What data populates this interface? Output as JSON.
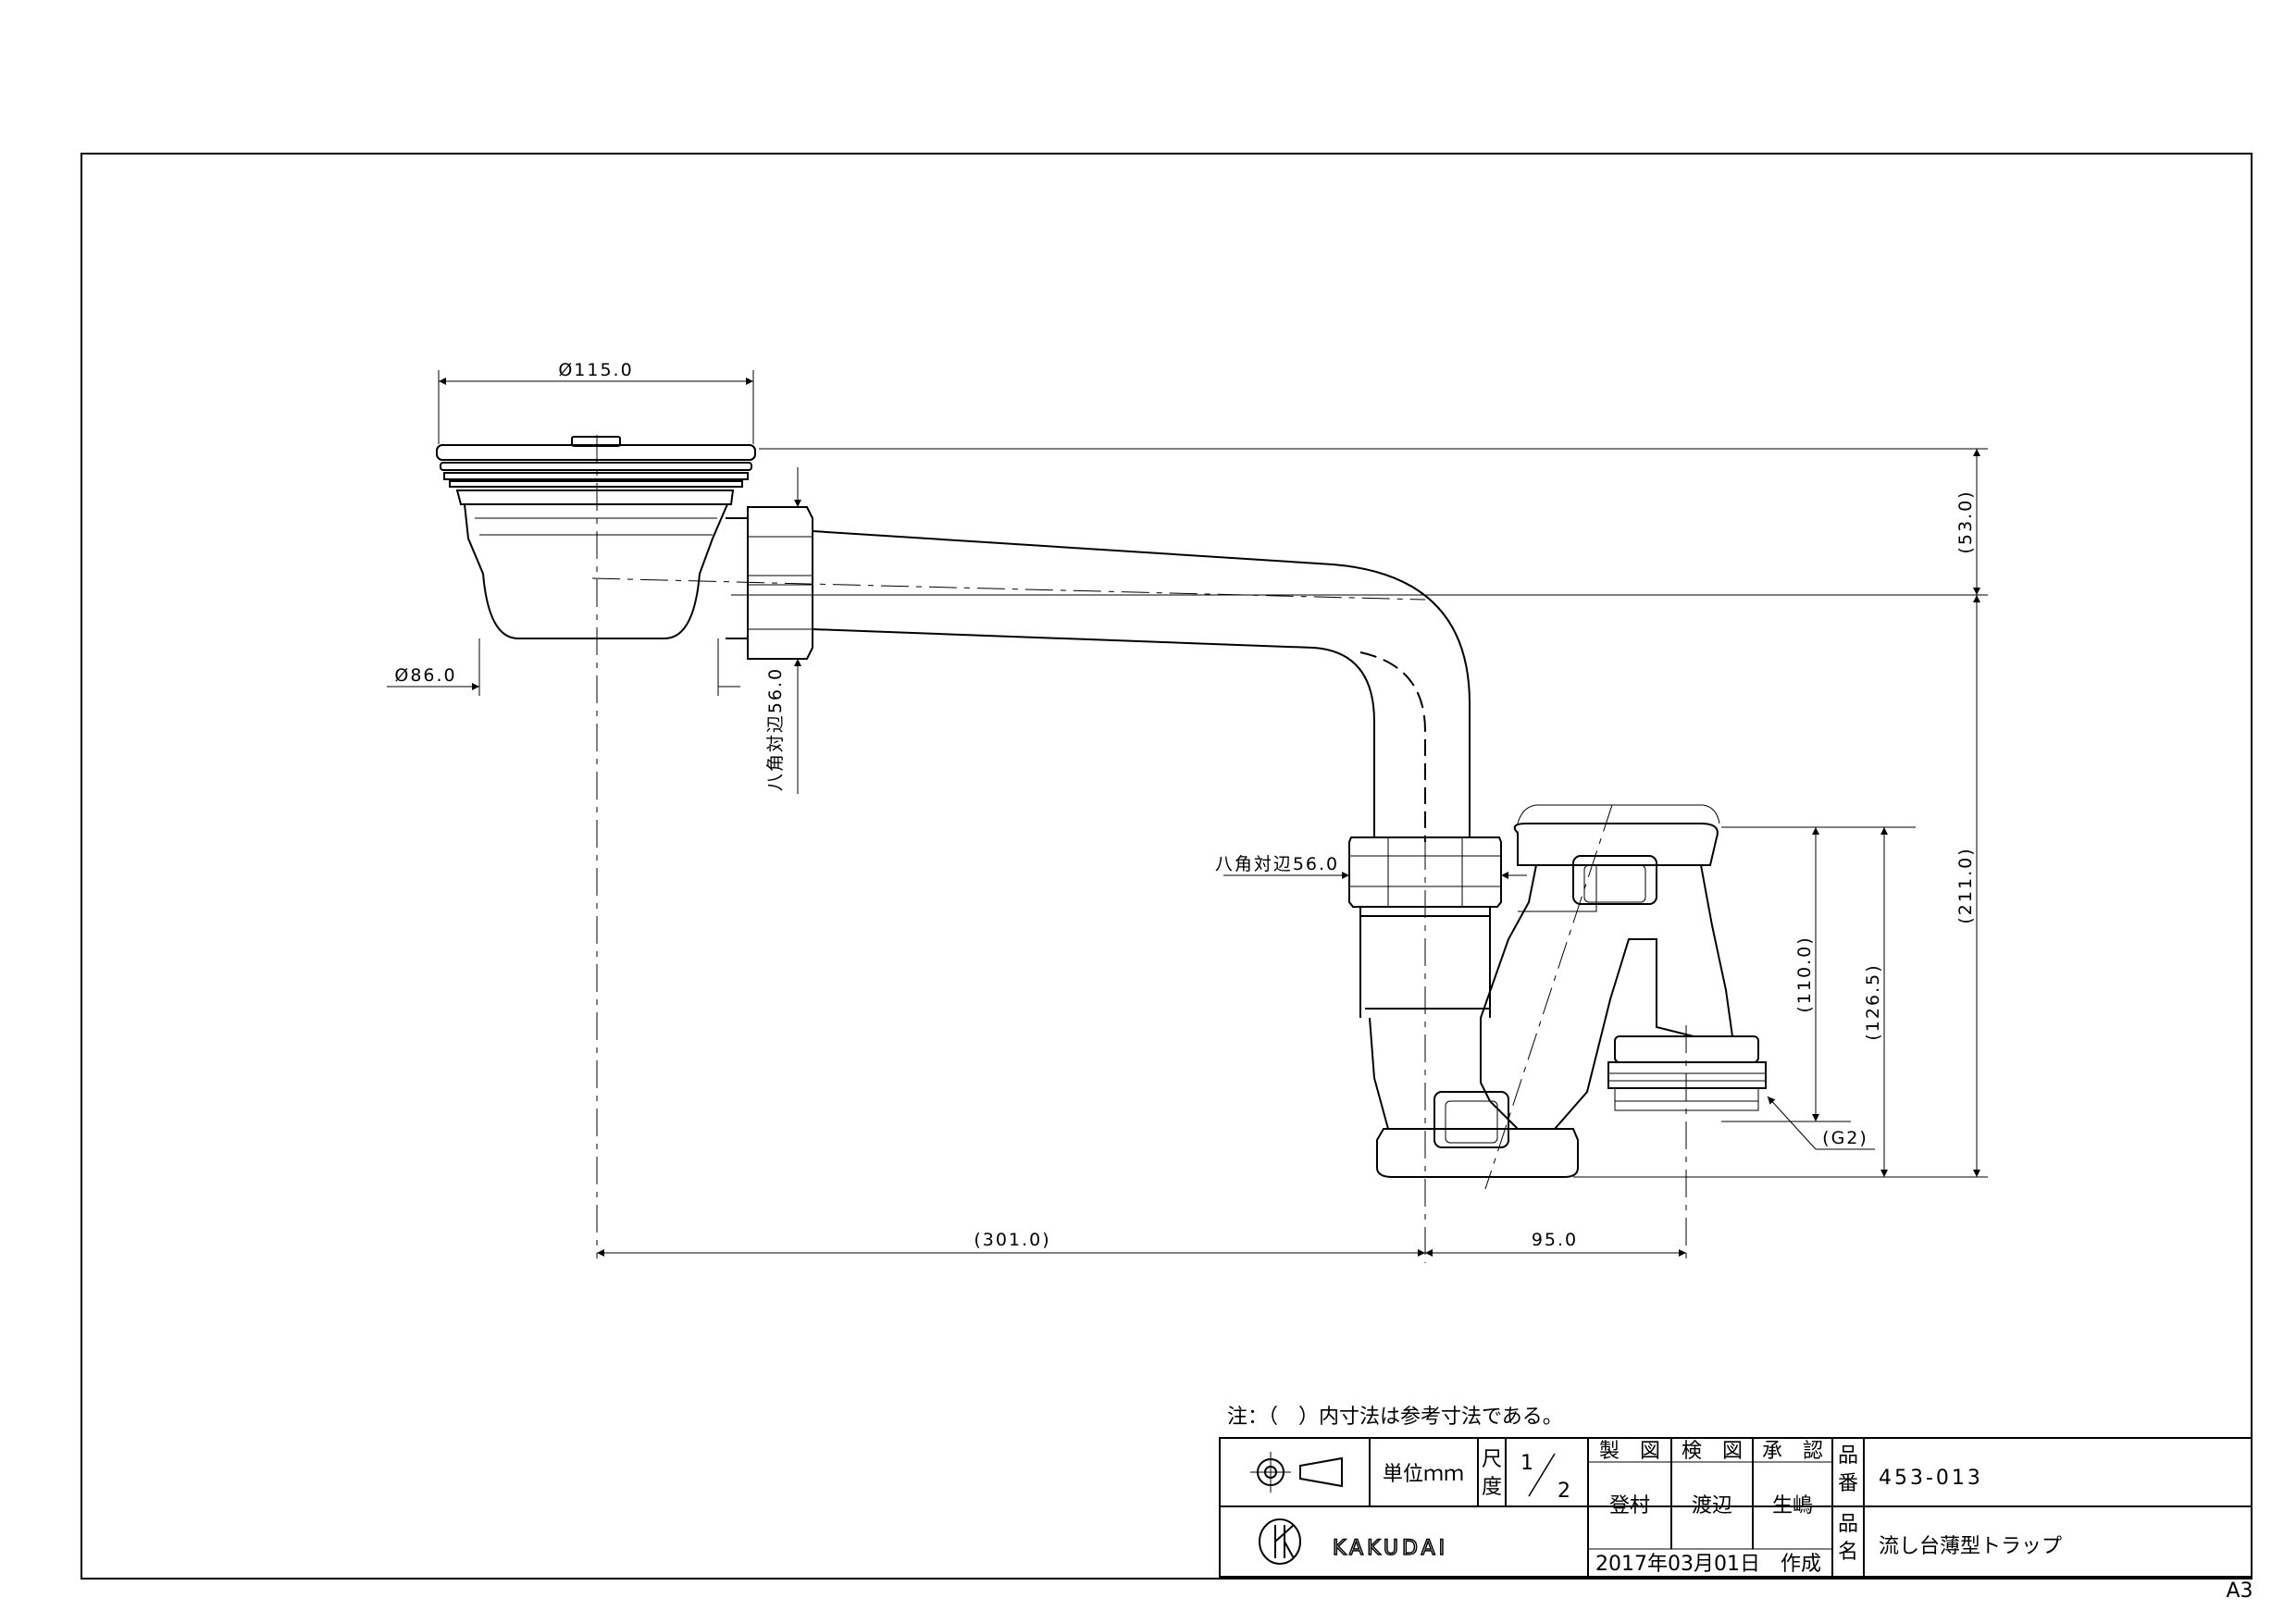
{
  "drawing": {
    "dimensions": {
      "top_diameter": "Ø115.0",
      "body_diameter": "Ø86.0",
      "octagon_upper": "八角対辺56.0",
      "octagon_lower": "八角対辺56.0",
      "height_53": "(53.0)",
      "height_211": "(211.0)",
      "height_126_5": "(126.5)",
      "height_110": "(110.0)",
      "thread": "(G2)",
      "horizontal_301": "(301.0)",
      "horizontal_95": "95.0"
    }
  },
  "note": "注：（　）内寸法は参考寸法である。",
  "title_block": {
    "unit_label": "単位ｍｍ",
    "scale_label_1": "尺",
    "scale_label_2": "度",
    "scale_num": "1",
    "scale_den": "2",
    "header_drawn": "製　図",
    "header_checked": "検　図",
    "header_approved": "承　認",
    "name_drawn": "登村",
    "name_checked": "渡辺",
    "name_approved": "生嶋",
    "part_no_label_1": "品",
    "part_no_label_2": "番",
    "part_no": "453-013",
    "name_label_1": "品",
    "name_label_2": "名",
    "product_name": "流し台薄型トラップ",
    "date": "2017年03月01日　作成",
    "company": "KAKUDAI"
  },
  "paper_size": "A3"
}
